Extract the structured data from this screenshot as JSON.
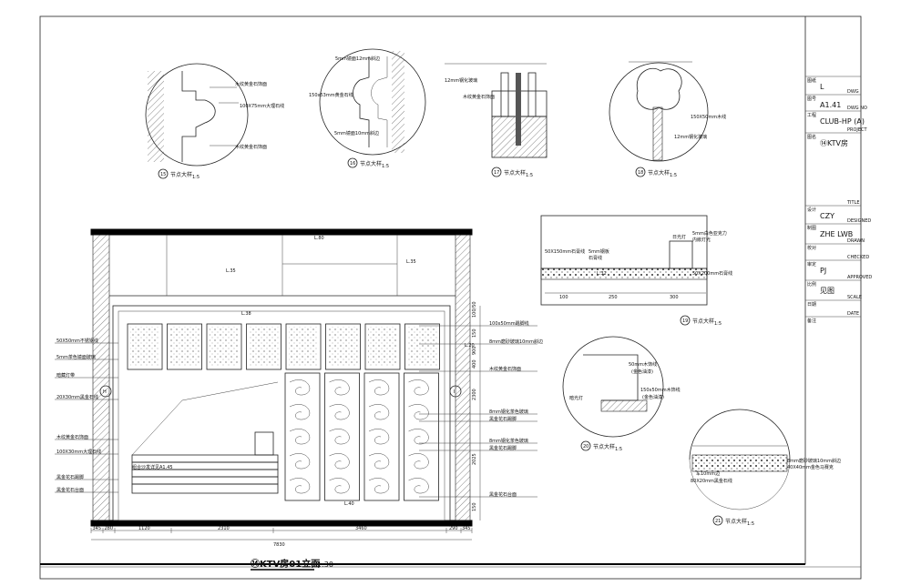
{
  "title_block": {
    "rows": [
      {
        "label": "图纸",
        "value": "L",
        "code": "DWG"
      },
      {
        "label": "图号",
        "value": "A1.41",
        "code": "DWG NO"
      },
      {
        "label": "工程",
        "value": "CLUB-HP (A)",
        "code": "PROJECT"
      },
      {
        "label": "图名",
        "value": "⑭KTV房",
        "code": "TITLE"
      },
      {
        "label": "设计",
        "value": "CZY",
        "code": "DESIGNED"
      },
      {
        "label": "制图",
        "value": "ZHE LWB",
        "code": "DRAWN"
      },
      {
        "label": "校对",
        "value": "",
        "code": "CHECKED"
      },
      {
        "label": "审定",
        "value": "PJ",
        "code": "APPROVED"
      },
      {
        "label": "比例",
        "value": "见图",
        "code": "SCALE"
      },
      {
        "label": "日期",
        "value": "",
        "code": "DATE"
      },
      {
        "label": "备注",
        "value": "",
        "code": ""
      }
    ]
  },
  "main_title": {
    "text": "⑭KTV房01立面",
    "scale": "1:30"
  },
  "dimensions": {
    "bottom": [
      "345",
      "280",
      "1120",
      "2310",
      "3460",
      "290",
      "345"
    ],
    "total": "7830",
    "right": [
      "100/50",
      "150",
      "900",
      "400",
      "2300",
      "2025",
      "150"
    ],
    "marks": [
      "L.80",
      "L.35",
      "L.35",
      "L.38",
      "L.20",
      "L.40",
      "L.32"
    ]
  },
  "left_labels": [
    "50X50mm不锈钢线",
    "5mm茶色镜面玻璃",
    "暗藏灯带",
    "20X30mm黑金石线",
    "木纹黄金石饰面",
    "100X30mm大理石线",
    "黑金花石踢脚",
    "黑金花石台面"
  ],
  "right_labels": [
    "100x50mm踢脚线",
    "8mm磨砂玻璃10mm斜边",
    "木纹黄金石饰面",
    "8mm钢化茶色玻璃",
    "黑金花石踢脚",
    "8mm钢化茶色玻璃",
    "黑金花石踢脚",
    "黑金花石台面"
  ],
  "sofa_label": "组合沙发详见A1.45",
  "section_marks": [
    "H",
    "I"
  ],
  "details": [
    {
      "num": "15",
      "label": "节点大样",
      "scale": "1:5",
      "notes": [
        "木纹黄金石饰面",
        "100X75mm大理石线",
        "木纹黄金石饰面"
      ]
    },
    {
      "num": "16",
      "label": "节点大样",
      "scale": "1:5",
      "notes": [
        "5mm镜面12mm斜边",
        "150x53mm黄金石线",
        "5mm镜面10mm斜边"
      ]
    },
    {
      "num": "17",
      "label": "节点大样",
      "scale": "1:5",
      "notes": [
        "12mm钢化玻璃",
        "木纹黄金石饰面"
      ]
    },
    {
      "num": "18",
      "label": "节点大样",
      "scale": "1:5",
      "notes": [
        "150X50mm木线",
        "12mm钢化玻璃"
      ]
    },
    {
      "num": "19",
      "label": "节点大样",
      "scale": "1:5",
      "notes": [
        "50X150mm石膏线",
        "5mm钢板",
        "石膏线",
        "日光灯",
        "5mm白色亚克力",
        "内嵌灯光",
        "50X200mm石膏线"
      ],
      "dims": [
        "100",
        "250",
        "300"
      ]
    },
    {
      "num": "20",
      "label": "节点大样",
      "scale": "1:5",
      "notes": [
        "50mm木饰线",
        "(金色油漆)",
        "暗光灯",
        "150x50mm木饰线",
        "(金色油漆)"
      ]
    },
    {
      "num": "21",
      "label": "节点大样",
      "scale": "1:5",
      "notes": [
        "8mm磨砂玻璃10mm斜边",
        "40X40mm金色马赛克",
        "车10mm边",
        "80X20mm黑金石线"
      ]
    }
  ]
}
